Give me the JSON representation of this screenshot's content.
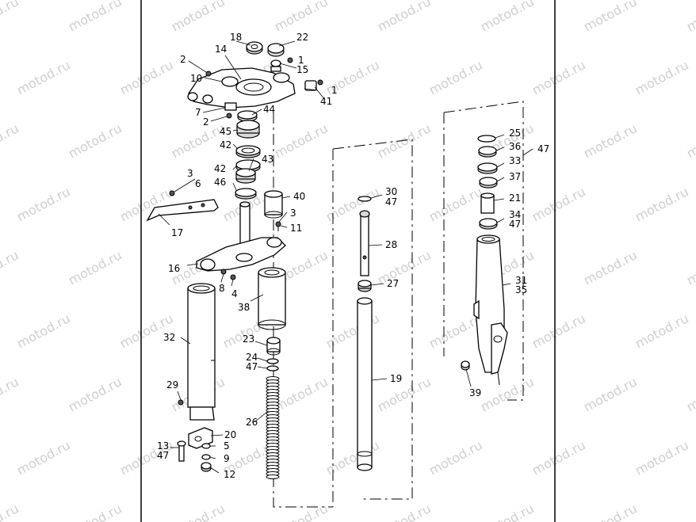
{
  "watermark": {
    "text": "motod.ru"
  },
  "callouts": {
    "c18": "18",
    "c22": "22",
    "c1a": "1",
    "c2a": "2",
    "c14": "14",
    "c15": "15",
    "c10": "10",
    "c1b": "1",
    "c41": "41",
    "c7": "7",
    "c44": "44",
    "c2b": "2",
    "c45": "45",
    "c42a": "42",
    "c43": "43",
    "c42b": "42",
    "c3a": "3",
    "c6": "6",
    "c46": "46",
    "c40": "40",
    "c3b": "3",
    "c11": "11",
    "c17": "17",
    "c16": "16",
    "c8": "8",
    "c4": "4",
    "c38": "38",
    "c32": "32",
    "c23": "23",
    "c24": "24",
    "c47a": "47",
    "c29": "29",
    "c26": "26",
    "c20": "20",
    "c13": "13",
    "c47b": "47",
    "c5": "5",
    "c9": "9",
    "c12": "12",
    "c30": "30",
    "c47c": "47",
    "c28": "28",
    "c27": "27",
    "c19": "19",
    "c25": "25",
    "c36": "36",
    "c33": "33",
    "c37": "37",
    "c47d": "47",
    "c21": "21",
    "c34": "34",
    "c47e": "47",
    "c31": "31",
    "c35": "35",
    "c39": "39"
  }
}
